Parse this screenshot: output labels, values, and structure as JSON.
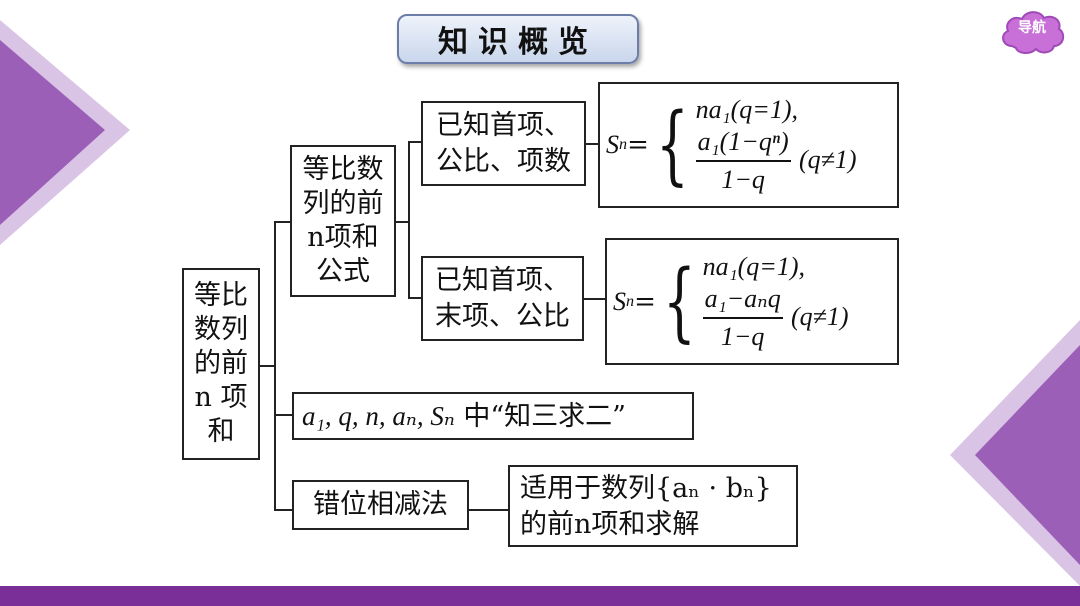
{
  "title": "知识概览",
  "nav": {
    "label": "导航"
  },
  "colors": {
    "accent": "#7a2f98",
    "deco": "#9c5fb8",
    "nav": "#c86fd8"
  },
  "diagram": {
    "root": "等比数列的前n项和",
    "root_lines": [
      "等比",
      "数列",
      "的前",
      "n 项",
      "和"
    ],
    "branch1": {
      "lines": [
        "等比数",
        "列的前",
        "n项和",
        "公式"
      ]
    },
    "case1": {
      "label_lines": [
        "已知首项、",
        "公比、项数"
      ],
      "lhs": "S",
      "lhs_sub": "n",
      "eq": "=",
      "case_a": "na₁(q=1),",
      "case_b_num": "a₁(1−qⁿ)",
      "case_b_den": "1−q",
      "case_b_cond": "(q≠1)"
    },
    "case2": {
      "label_lines": [
        "已知首项、",
        "末项、公比"
      ],
      "lhs": "S",
      "lhs_sub": "n",
      "eq": "=",
      "case_a": "na₁(q=1),",
      "case_b_num": "a₁−aₙq",
      "case_b_den": "1−q",
      "case_b_cond": "(q≠1)"
    },
    "branch2": {
      "vars": "a₁, q, n, aₙ, Sₙ",
      "text": " 中“知三求二”"
    },
    "branch3": {
      "label": "错位相减法",
      "desc_line1": "适用于数列{aₙ · bₙ}",
      "desc_line2": "的前n项和求解"
    }
  }
}
